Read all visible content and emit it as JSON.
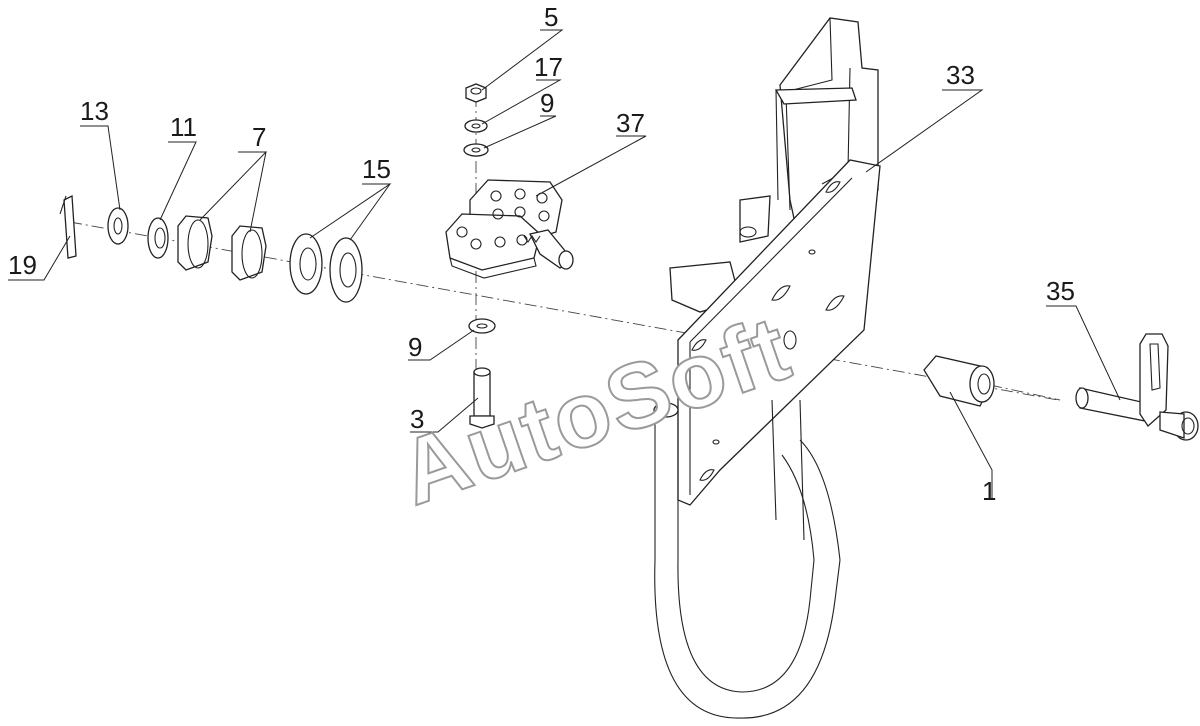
{
  "watermark": "AutoSoft",
  "callouts": [
    {
      "id": "c19",
      "label": "19"
    },
    {
      "id": "c13",
      "label": "13"
    },
    {
      "id": "c11",
      "label": "11"
    },
    {
      "id": "c7",
      "label": "7"
    },
    {
      "id": "c15",
      "label": "15"
    },
    {
      "id": "c5",
      "label": "5"
    },
    {
      "id": "c17",
      "label": "17"
    },
    {
      "id": "c9a",
      "label": "9"
    },
    {
      "id": "c37",
      "label": "37"
    },
    {
      "id": "c9b",
      "label": "9"
    },
    {
      "id": "c3",
      "label": "3"
    },
    {
      "id": "c33",
      "label": "33"
    },
    {
      "id": "c35",
      "label": "35"
    },
    {
      "id": "c1",
      "label": "1"
    }
  ]
}
